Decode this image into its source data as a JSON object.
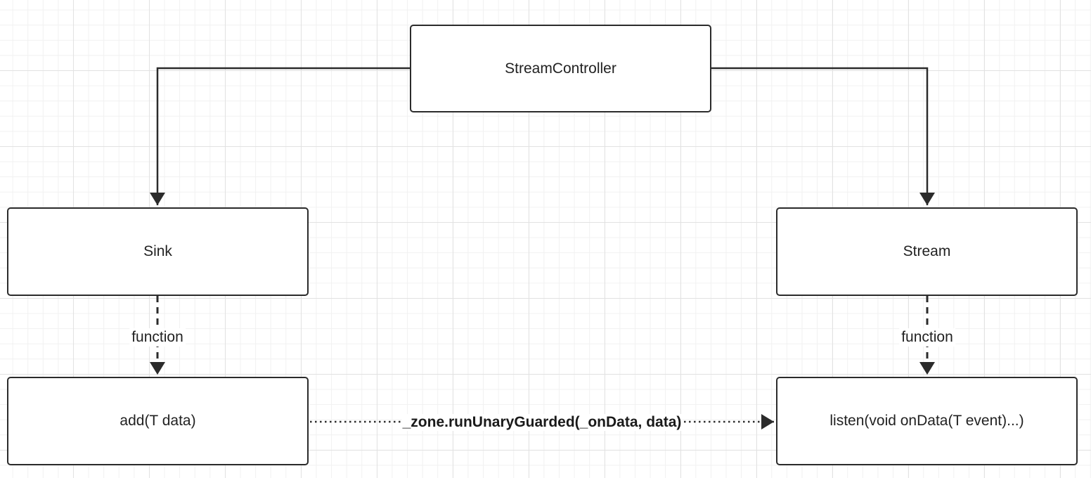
{
  "nodes": {
    "controller": "StreamController",
    "sink": "Sink",
    "stream": "Stream",
    "add": "add(T data)",
    "listen": "listen(void onData(T event)...)"
  },
  "edges": {
    "sink_to_add": "function",
    "stream_to_listen": "function",
    "add_to_listen": "_zone.runUnaryGuarded(_onData, data)"
  },
  "colors": {
    "stroke": "#2b2b2b",
    "grid": "#e2e2e2"
  }
}
